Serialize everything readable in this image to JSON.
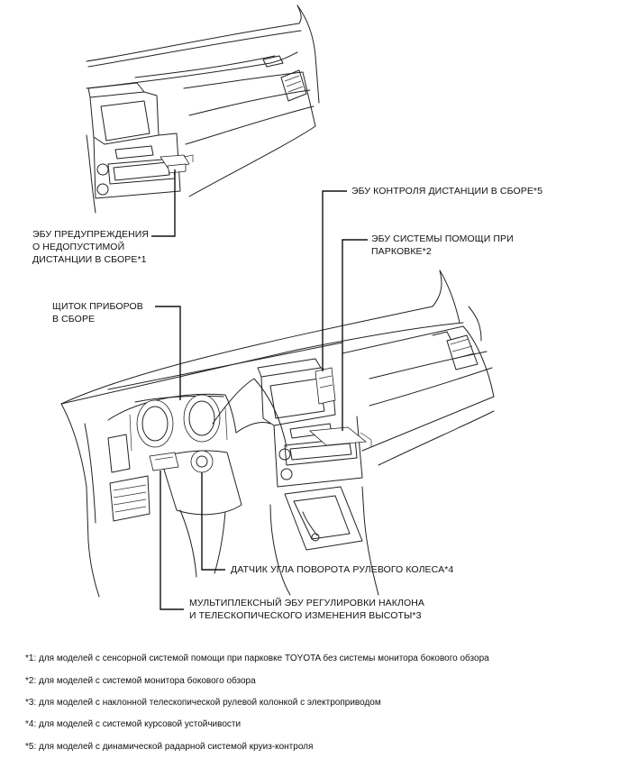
{
  "labels": {
    "distance_ecu": "ЭБУ КОНТРОЛЯ ДИСТАНЦИИ В СБОРЕ*5",
    "parking_ecu_line1": "ЭБУ СИСТЕМЫ ПОМОЩИ ПРИ",
    "parking_ecu_line2": "ПАРКОВКЕ*2",
    "warning_ecu_line1": "ЭБУ ПРЕДУПРЕЖДЕНИЯ",
    "warning_ecu_line2": "О НЕДОПУСТИМОЙ",
    "warning_ecu_line3": "ДИСТАНЦИИ В СБОРЕ*1",
    "cluster_line1": "ЩИТОК ПРИБОРОВ",
    "cluster_line2": "В СБОРЕ",
    "steering_sensor": "ДАТЧИК УГЛА ПОВОРОТА РУЛЕВОГО КОЛЕСА*4",
    "tilt_ecu_line1": "МУЛЬТИПЛЕКСНЫЙ ЭБУ РЕГУЛИРОВКИ НАКЛОНА",
    "tilt_ecu_line2": "И ТЕЛЕСКОПИЧЕСКОГО ИЗМЕНЕНИЯ ВЫСОТЫ*3"
  },
  "footnotes": [
    "*1: для моделей с сенсорной системой помощи при парковке TOYOTA без системы монитора бокового обзора",
    "*2: для моделей с системой монитора бокового обзора",
    "*3: для моделей с наклонной телескопической рулевой колонкой с электроприводом",
    "*4: для моделей с системой курсовой устойчивости",
    "*5: для моделей с динамической радарной системой круиз-контроля"
  ]
}
